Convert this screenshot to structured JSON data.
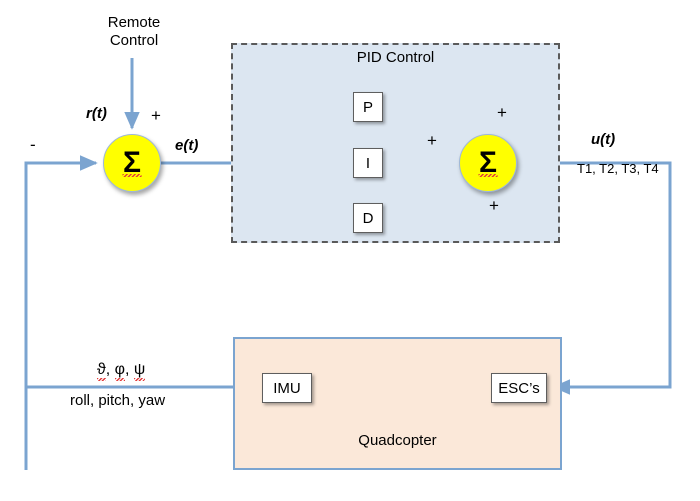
{
  "diagram": {
    "title_remote_control": "Remote\nControl",
    "remote_control_line1": "Remote",
    "remote_control_line2": "Control",
    "pid_block_title": "PID Control",
    "plant_title": "Quadcopter"
  },
  "signals": {
    "reference": "r(t)",
    "error": "e(t)",
    "control": "u(t)",
    "thrusts": "T1, T2, T3, T4",
    "feedback_greek_1": "ϑ",
    "feedback_greek_2": "φ",
    "feedback_greek_3": "ψ",
    "feedback_greek_sep": ", ",
    "feedback_words": "roll, pitch, yaw"
  },
  "summing_junctions": [
    {
      "name": "error-sum",
      "glyph": "Σ",
      "signs": {
        "reference": "+",
        "feedback": "-"
      }
    },
    {
      "name": "pid-sum",
      "glyph": "Σ",
      "signs": {
        "p": "+",
        "i": "+",
        "d": "+"
      }
    }
  ],
  "signs": {
    "plus": "+",
    "minus": "-"
  },
  "pid_terms": [
    {
      "key": "p",
      "label": "P"
    },
    {
      "key": "i",
      "label": "I"
    },
    {
      "key": "d",
      "label": "D"
    }
  ],
  "plant_blocks": [
    {
      "key": "imu",
      "label": "IMU"
    },
    {
      "key": "esc",
      "label": "ESC’s"
    }
  ],
  "colors": {
    "wire": "#7ba4d0",
    "sum_fill": "#ffff00",
    "sum_border": "#9fb8d8",
    "pid_fill": "#dce6f1",
    "pid_border": "#5a5a5a",
    "plant_fill": "#fbe8d9",
    "plant_border": "#7ba4d0",
    "block_fill": "#ffffff",
    "block_border": "#5e5e5e",
    "spellcheck_underline": "#e23b3b",
    "text": "#000000"
  }
}
